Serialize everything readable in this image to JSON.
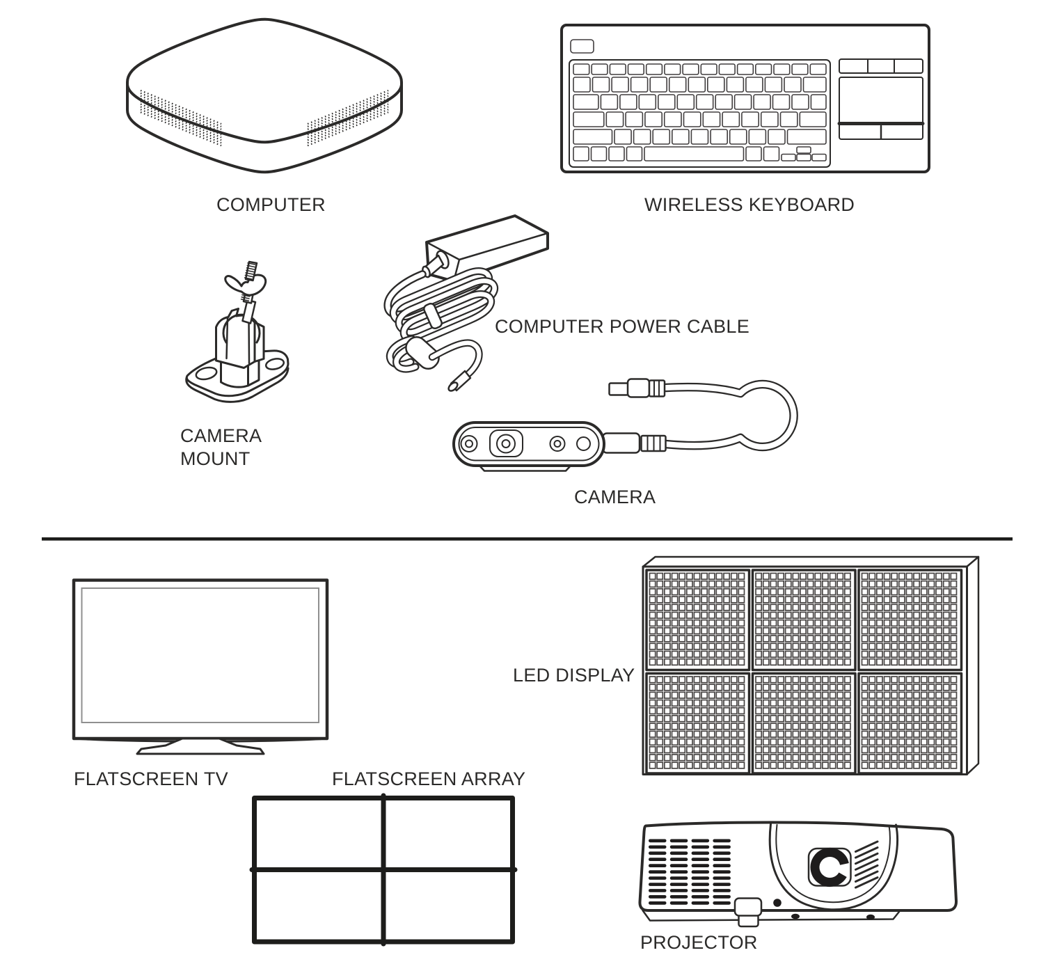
{
  "diagram": {
    "labels": {
      "computer": "COMPUTER",
      "wireless_keyboard": "WIRELESS KEYBOARD",
      "camera_mount": "CAMERA\nMOUNT",
      "computer_power_cable": "COMPUTER POWER CABLE",
      "camera": "CAMERA",
      "flatscreen_tv": "FLATSCREEN TV",
      "flatscreen_array": "FLATSCREEN ARRAY",
      "led_display": "LED DISPLAY",
      "projector": "PROJECTOR"
    },
    "colors": {
      "line": "#2b2a29",
      "divider": "#1d1d1b",
      "background": "#ffffff"
    }
  }
}
